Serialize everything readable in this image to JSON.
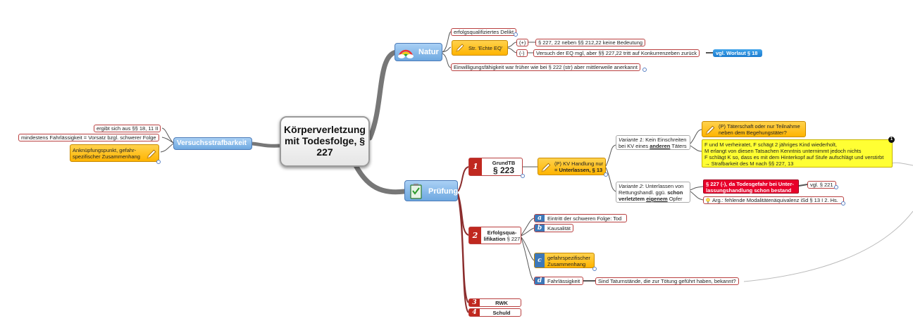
{
  "central": {
    "line1": "Körperverletzung",
    "line2": "mit Todesfolge, §",
    "line3": "227"
  },
  "natur": {
    "label": "Natur",
    "erfolgsqualifiziert": "erfolgsqualifiziertes Delikt",
    "str_echte_eq": "Str. 'Echte EQ'",
    "plus_sign": "(+)",
    "minus_sign": "(-)",
    "plus_text": "§ 227, 22 neben §§ 212,22 keine Bedeutung",
    "minus_text": "Versuch der EQ mgl, aber §§ 227,22 tritt auf Konkurrenzeben zurück",
    "wortlaut_btn": "vgl. Worlaut § 18",
    "einwilligung": "Einwilligungsfähigkeit war früher wie bei § 222 (str) aber mittlerweile anerkannt"
  },
  "versuch": {
    "label": "Versuchsstrafbarkeit",
    "item1": "ergibt sich aus §§ 18, 11 II",
    "item2": "mindestens Fahrlässigkeit = Vorsatz bzgl. schwerer Folge",
    "anknuepf_line1": "Anknüpfungspunkt, gefahr-",
    "anknuepf_line2": "spezifischer Zusammenhang"
  },
  "pruefung": {
    "label": "Prüfung",
    "grund": {
      "num": "1",
      "title": "GrundTB",
      "para": "§ 223"
    },
    "kv": {
      "line1": "(P) KV Handlung nur",
      "line2": "= Unterlassen, § 13"
    },
    "variante1": {
      "head": "Variante 1",
      "rest1": ": Kein Einschreiten",
      "line2_pre": "bei KV eines ",
      "line2_u": "anderen",
      "line2_post": " Täters"
    },
    "taeterschaft": {
      "line1": "(P) Täterschaft oder nur Teilnahme",
      "line2": "neben dem Begehungstäter?"
    },
    "fallbox": {
      "badge": "1",
      "line1": "F und M verheiratet, F schägt 2 jähriges Kind wiederholt,",
      "line2": "M erlangt von diesen Tatsachen Kenntnis unternimmt jedoch nichts",
      "line3": "F schlägt K so, dass es mit dem Hinterkopf auf Stufe aufschlägt und verstirbt",
      "line4": "→ Strafbarkeit des M nach §§ 227, 13"
    },
    "variante2": {
      "head": "Variante 2",
      "rest1": ": Unterlassen von",
      "line2_pre": "Rettungshandl. ggü. ",
      "line2_b": "schon",
      "line3_b": "verletztem ",
      "line3_u": "eigenem",
      "line3_post": " Opfer"
    },
    "todesgefahr": {
      "line1": "§ 227 (-), da Todesgefahr bei Unter-",
      "line2": "lassungshandlung schon bestand"
    },
    "vgl221": "vgl. § 221",
    "arg": "Arg.: fehlende Modalitätenäquivalenz iSd § 13 I 2. Hs.",
    "erfolg": {
      "num": "2",
      "line1": "Erfolgsqua-",
      "line2": "lifikation",
      "para": "§ 227"
    },
    "sub_a": {
      "letter": "a",
      "text": "Eintritt der schweren Folge: Tod"
    },
    "sub_b": {
      "letter": "b",
      "text": "Kausalität"
    },
    "sub_c": {
      "letter": "c",
      "line1": "gefahrspezifischer",
      "line2": "Zusammenhang"
    },
    "sub_d": {
      "letter": "d",
      "text": "Fahrlässigkeit"
    },
    "tatumstaende": "Sind Taturnstände, die zur Tötung geführt haben, bekannt?",
    "rwk": {
      "num": "3",
      "text": "RWK"
    },
    "schuld": {
      "num": "4",
      "text": "Schuld"
    }
  }
}
